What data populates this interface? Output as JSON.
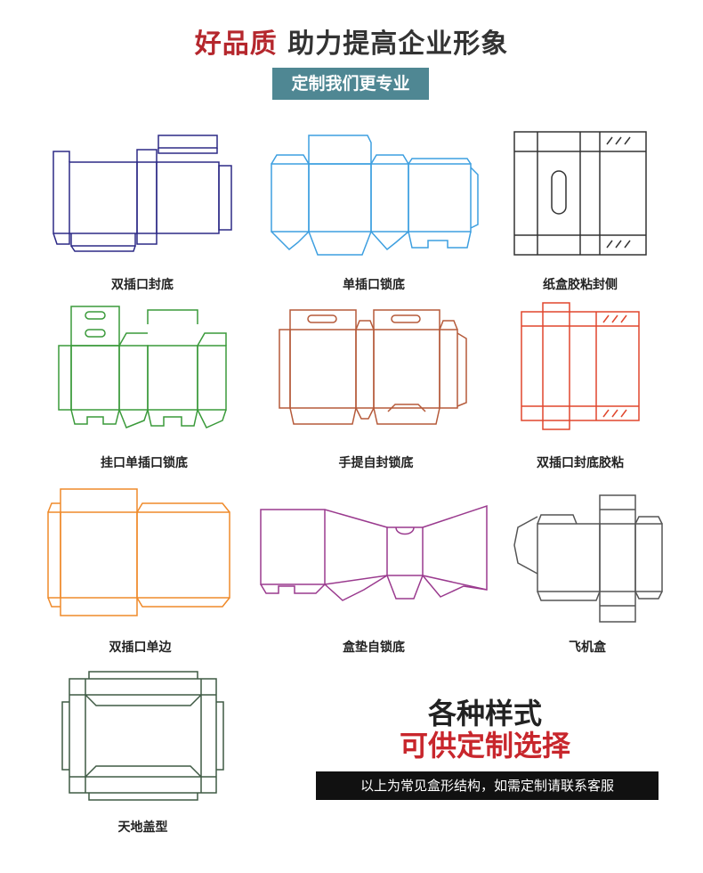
{
  "header": {
    "title_highlight": "好品质",
    "title_rest": "助力提高企业形象",
    "badge": "定制我们更专业"
  },
  "colors": {
    "title_red": "#b5272d",
    "badge_bg": "#4f8793",
    "navy": "#2d2a86",
    "blue": "#3d9fe0",
    "dark": "#333333",
    "green": "#3a9a3a",
    "brown": "#b55a3a",
    "red": "#e0462d",
    "orange": "#ef8a2a",
    "purple": "#9a3a8e",
    "gray": "#555555",
    "olive": "#3f5a44",
    "promo_red": "#c8262c"
  },
  "boxes": [
    {
      "label": "双插口封底",
      "icon": "double-tuck-bottom-dieline"
    },
    {
      "label": "单插口锁底",
      "icon": "single-tuck-lock-bottom-dieline"
    },
    {
      "label": "纸盒胶粘封侧",
      "icon": "glued-side-box-dieline"
    },
    {
      "label": "挂口单插口锁底",
      "icon": "hanger-single-tuck-lock-bottom-dieline"
    },
    {
      "label": "手提自封锁底",
      "icon": "handle-self-lock-bottom-dieline"
    },
    {
      "label": "双插口封底胶粘",
      "icon": "double-tuck-glued-bottom-dieline"
    },
    {
      "label": "双插口单边",
      "icon": "double-tuck-single-side-dieline"
    },
    {
      "label": "盒垫自锁底",
      "icon": "pad-self-lock-bottom-dieline"
    },
    {
      "label": "飞机盒",
      "icon": "mailer-box-dieline"
    },
    {
      "label": "天地盖型",
      "icon": "lid-and-base-box-dieline"
    }
  ],
  "promo": {
    "line1": "各种样式",
    "line2": "可供定制选择",
    "note": "以上为常见盒形结构，如需定制请联系客服"
  }
}
